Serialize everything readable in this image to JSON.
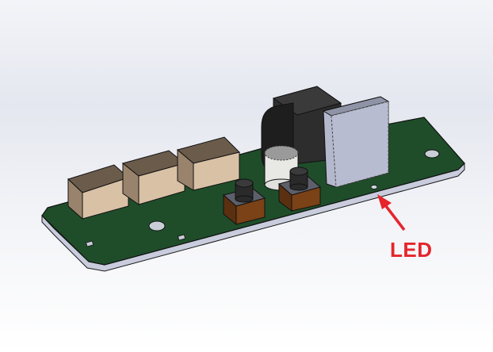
{
  "annotation": {
    "label": "LED",
    "color": "#e5252b",
    "target": "led-component"
  },
  "model": {
    "board_color": "#1f4d2a",
    "board_edge_color": "#c8ccdc",
    "components": [
      {
        "name": "relay-1",
        "color": "#d9c1a6"
      },
      {
        "name": "relay-2",
        "color": "#d9c1a6"
      },
      {
        "name": "relay-3",
        "color": "#d9c1a6"
      },
      {
        "name": "push-button-1",
        "color": "#7a4216"
      },
      {
        "name": "push-button-2",
        "color": "#7a4216"
      },
      {
        "name": "capacitor",
        "color": "#e8e8e4"
      },
      {
        "name": "dc-jack",
        "color": "#262626"
      },
      {
        "name": "module-shield",
        "color": "#b4b8cc"
      },
      {
        "name": "led",
        "color": "#d0d3de"
      }
    ]
  }
}
